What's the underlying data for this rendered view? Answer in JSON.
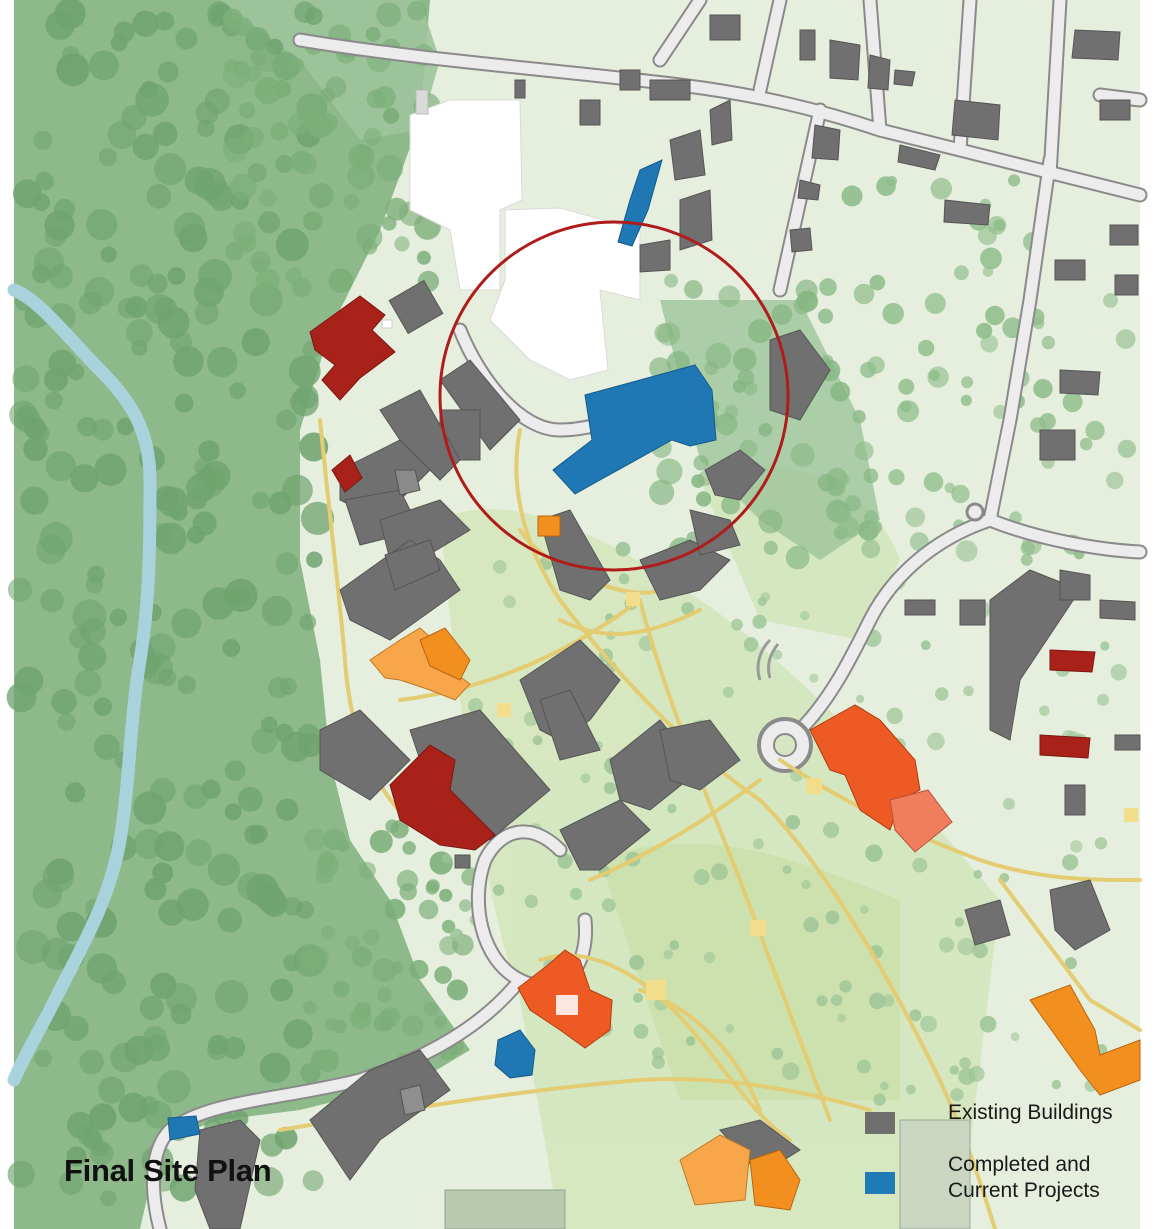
{
  "map": {
    "title": "Final Site Plan",
    "colors": {
      "page_background": "#ffffff",
      "ground": "#e6efdd",
      "lawn": "#cfe3b4",
      "tree": "#77aa78",
      "tree_dark": "#5e9763",
      "river": "#a8d3dd",
      "road": "#ececec",
      "road_edge": "#8a8a8a",
      "path": "#e8d48a",
      "existing_building": "#707070",
      "current_project": "#1f78b4",
      "future_red": "#a8221a",
      "future_orange": "#f28f1e",
      "future_orange_red": "#ee5a24",
      "future_salmon": "#f07d5c",
      "future_light_orange": "#f7a64a",
      "highlight_circle": "#b01c1c"
    },
    "legend": [
      {
        "label": "Existing Buildings",
        "color": "#6e6e6e"
      },
      {
        "label": "Completed and Current Projects",
        "color": "#1f7ab8"
      }
    ]
  }
}
